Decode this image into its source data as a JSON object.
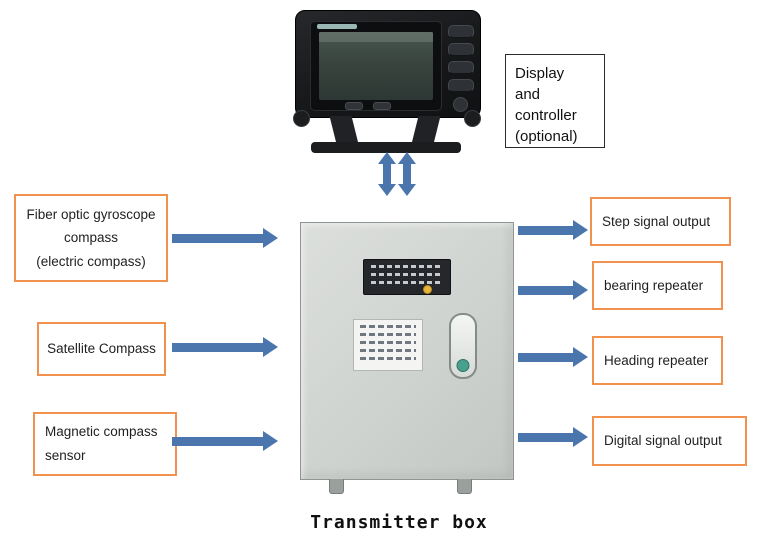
{
  "caption": "Transmitter box",
  "display_unit": {
    "label_lines": [
      "Display",
      "and",
      "controller",
      "(optional)"
    ]
  },
  "inputs": [
    {
      "lines": [
        "Fiber optic gyroscope",
        "compass",
        "(electric compass)"
      ]
    },
    {
      "lines": [
        "Satellite Compass"
      ]
    },
    {
      "lines": [
        "Magnetic compass",
        "sensor"
      ]
    }
  ],
  "outputs": [
    {
      "label": "Step signal output"
    },
    {
      "label": "bearing repeater"
    },
    {
      "label": "Heading repeater"
    },
    {
      "label": "Digital signal output"
    }
  ],
  "colors": {
    "arrow": "#4a76ad",
    "box_border": "#f0924e"
  }
}
